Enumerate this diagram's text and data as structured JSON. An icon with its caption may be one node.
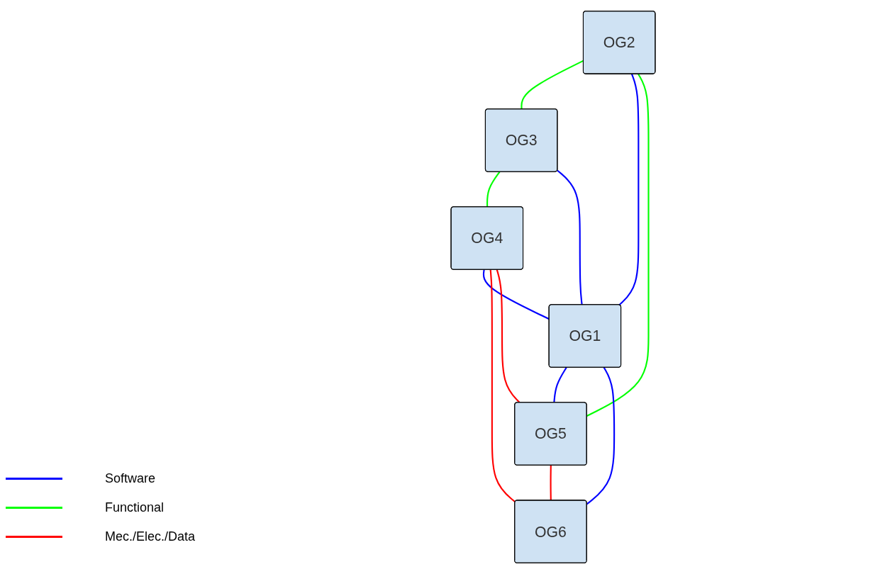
{
  "diagram": {
    "nodes": [
      {
        "text": [
          "OG2"
        ]
      },
      {
        "text": [
          "OG3"
        ]
      },
      {
        "text": [
          "OG4"
        ]
      },
      {
        "text": [
          "OG1"
        ]
      },
      {
        "text": [
          "OG5"
        ]
      },
      {
        "text": [
          "OG6"
        ]
      }
    ],
    "edges": [
      {
        "from": 0,
        "to": 1,
        "arrow": "none",
        "color": "#00ff00"
      },
      {
        "from": 0,
        "to": 3,
        "arrow": "none"
      },
      {
        "from": 1,
        "to": 2,
        "arrow": "none",
        "color": "#00ff00"
      },
      {
        "from": 1,
        "to": 3,
        "arrow": "none"
      },
      {
        "from": 0,
        "to": 4,
        "arrow": "none",
        "color": "#00ff00"
      },
      {
        "from": 2,
        "to": 3,
        "arrow": "none"
      },
      {
        "from": 4,
        "to": 2,
        "arrow": "none",
        "color": "#ff0000"
      },
      {
        "from": 2,
        "to": 5,
        "arrow": "none",
        "color": "#ff0000"
      },
      {
        "from": 3,
        "to": 4,
        "arrow": "none"
      },
      {
        "from": 3,
        "to": 5,
        "arrow": "none"
      },
      {
        "from": 4,
        "to": 5,
        "arrow": "none",
        "color": "#ff0000"
      }
    ],
    "legend": [
      {
        "text": "Software",
        "color": "#0000ff"
      },
      {
        "text": "Functional",
        "color": "#00ff00"
      },
      {
        "text": "Mec./Elec./Data",
        "color": "#ff0000"
      }
    ]
  }
}
